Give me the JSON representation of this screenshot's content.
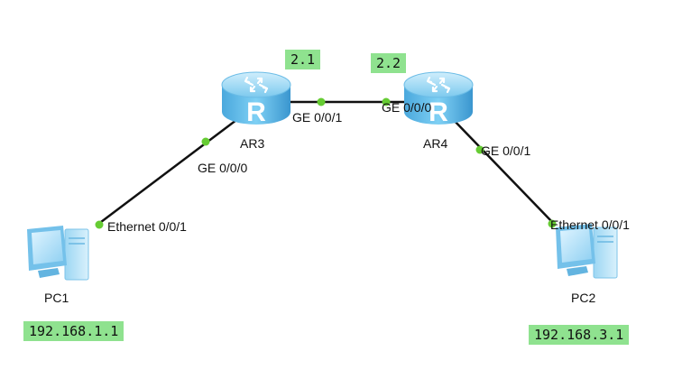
{
  "devices": {
    "ar3": {
      "name": "AR3",
      "icon": "router-icon"
    },
    "ar4": {
      "name": "AR4",
      "icon": "router-icon"
    },
    "pc1": {
      "name": "PC1",
      "icon": "pc-icon",
      "ip": "192.168.1.1"
    },
    "pc2": {
      "name": "PC2",
      "icon": "pc-icon",
      "ip": "192.168.3.1"
    }
  },
  "links": [
    {
      "from": "pc1",
      "from_port": "Ethernet 0/0/1",
      "to": "ar3",
      "to_port": "GE 0/0/0"
    },
    {
      "from": "ar3",
      "from_port": "GE 0/0/1",
      "to": "ar4",
      "to_port": "GE 0/0/0"
    },
    {
      "from": "ar4",
      "from_port": "GE 0/0/1",
      "to": "pc2",
      "to_port": "Ethernet 0/0/1"
    }
  ],
  "notes": {
    "ar3_addr": "2.1",
    "ar4_addr": "2.2"
  },
  "colors": {
    "tag_bg": "#8fe28f",
    "port_dot": "#66cc33",
    "router_body": "#5fb7e8",
    "link": "#111111"
  }
}
